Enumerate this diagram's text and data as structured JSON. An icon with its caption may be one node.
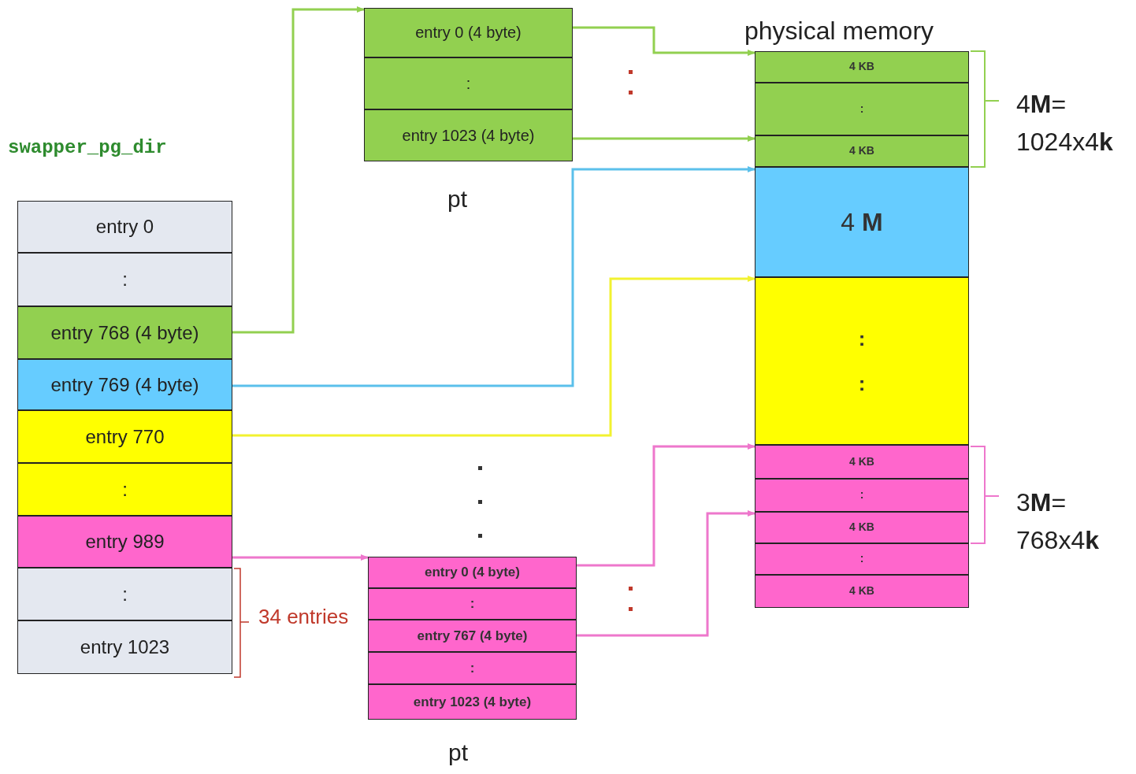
{
  "diagram": {
    "nodes": [
      {
        "text": [
          "swapper_pg_dir"
        ]
      },
      {
        "text": [
          "entry 0"
        ],
        "in": 0
      },
      {
        "text": [
          ":"
        ],
        "in": 0
      },
      {
        "text": [
          "entry 768  (4 byte)"
        ],
        "in": 0
      },
      {
        "text": [
          "entry 769  (4 byte)"
        ],
        "in": 0
      },
      {
        "text": [
          "entry 770"
        ],
        "in": 0
      },
      {
        "text": [
          ":"
        ],
        "in": 0
      },
      {
        "text": [
          "entry 989"
        ],
        "in": 0
      },
      {
        "text": [
          ":"
        ],
        "in": 0
      },
      {
        "text": [
          "entry 1023"
        ],
        "in": 0
      },
      {
        "text": [
          "pt"
        ]
      },
      {
        "text": [
          "entry 0 (4 byte)"
        ],
        "in": 10
      },
      {
        "text": [
          ":"
        ],
        "in": 10
      },
      {
        "text": [
          "entry 1023 (4 byte)"
        ],
        "in": 10
      },
      {
        "text": [
          "pt"
        ]
      },
      {
        "text": [
          "entry 0 (4 byte)"
        ],
        "in": 14
      },
      {
        "text": [
          ":"
        ],
        "in": 14
      },
      {
        "text": [
          "entry 767 (4 byte)"
        ],
        "in": 14
      },
      {
        "text": [
          ":"
        ],
        "in": 14
      },
      {
        "text": [
          "entry 1023 (4 byte)"
        ],
        "in": 14
      },
      {
        "text": [
          "physical memory"
        ]
      },
      {
        "text": [
          "4 KB"
        ],
        "in": 20
      },
      {
        "text": [
          ":"
        ],
        "in": 20
      },
      {
        "text": [
          "4 KB"
        ],
        "in": 20
      },
      {
        "text": [
          "4 **M**"
        ],
        "in": 20
      },
      {
        "text": [
          ":",
          ":"
        ],
        "in": 20
      },
      {
        "text": [
          "4 KB"
        ],
        "in": 20
      },
      {
        "text": [
          ":"
        ],
        "in": 20
      },
      {
        "text": [
          "4 KB"
        ],
        "in": 20
      },
      {
        "text": [
          ":"
        ],
        "in": 20
      },
      {
        "text": [
          "4 KB"
        ],
        "in": 20
      }
    ],
    "edges": [
      {
        "from": 3,
        "to": 11,
        "arrow": "to",
        "color": "#92d050"
      },
      {
        "from": 11,
        "to": 21,
        "arrow": "to",
        "color": "#92d050"
      },
      {
        "from": 13,
        "to": 23,
        "arrow": "to",
        "color": "#92d050"
      },
      {
        "from": 4,
        "to": 24,
        "arrow": "to",
        "color": "#5bc0eb"
      },
      {
        "from": 5,
        "to": 25,
        "arrow": "to",
        "color": "#f2f230"
      },
      {
        "from": 7,
        "to": 15,
        "arrow": "to",
        "color": "#ee77cc"
      },
      {
        "from": 15,
        "to": 26,
        "arrow": "to",
        "color": "#ee77cc"
      },
      {
        "from": 17,
        "to": 28,
        "arrow": "to",
        "color": "#ee77cc"
      }
    ],
    "labels": [
      "34 entries",
      "4**M**= 1024x4**k**",
      "3**M**= 768x4**k**"
    ]
  }
}
